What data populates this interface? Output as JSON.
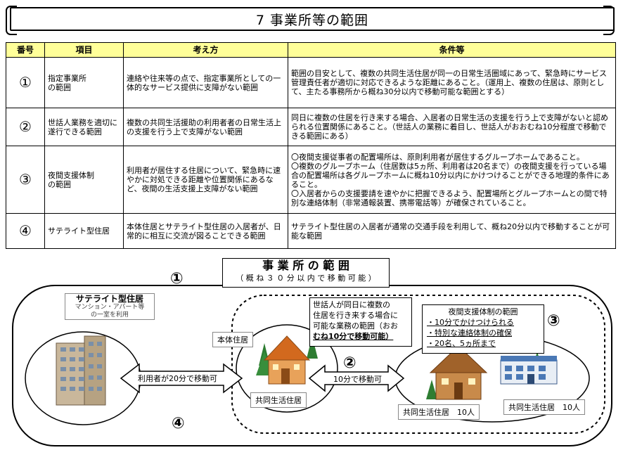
{
  "title": "7 事業所等の範囲",
  "table": {
    "headers": [
      "番号",
      "項目",
      "考え方",
      "条件等"
    ],
    "rows": [
      {
        "num": "①",
        "item": "指定事業所\nの範囲",
        "idea": "連絡や往来等の点で、指定事業所としての一体的なサービス提供に支障がない範囲",
        "cond": [
          "範囲の目安として、複数の共同生活住居が同一の日常生活圏域にあって、緊急時にサービス管理責任者が適切に対応できるような距離にあること。（運用上、複数の住居は、原則として、主たる事務所から概ね30分以内で移動可能な範囲とする）"
        ]
      },
      {
        "num": "②",
        "item": "世話人業務を適切に遂行できる範囲",
        "idea": "複数の共同生活援助の利用者者の日常生活上の支援を行う上で支障がない範囲",
        "cond": [
          "同日に複数の住居を行き来する場合、入居者の日常生活の支援を行う上で支障がないと認められる位置関係にあること。（世話人の業務に着目し、世話人がおおむね10分程度で移動できる範囲にある）"
        ]
      },
      {
        "num": "③",
        "item": "夜間支援体制\nの範囲",
        "idea": "利用者が居住する住居について、緊急時に速やかに対処できる距離や位置関係にあるなど、夜間の生活支援上支障がない範囲",
        "cond": [
          "〇夜間支援従事者の配置場所は、原則利用者が居住するグループホームであること。",
          "〇複数のグループホーム（住居数は5ヵ所、利用者は20名まで）の夜間支援を行っている場合の配置場所は各グループホームに概ね10分以内にかけつけることができる地理的条件にあること。",
          "〇入居者からの支援要請を速やかに把握できるよう、配置場所とグループホームとの間で特別な連絡体制（非常通報装置、携帯電話等）が確保されていること。"
        ]
      },
      {
        "num": "④",
        "item": "サテライト型住居",
        "idea": "本体住居とサテライト型住居の入居者が、日常的に相互に交流が図ることできる範囲",
        "cond": [
          "サテライト型住居の入居者が通常の交通手段を利用して、概ね20分以内で移動することが可能な範囲"
        ]
      }
    ]
  },
  "diagram": {
    "range_title": "事 業 所 の 範 囲",
    "range_sub": "（ 概 ね ３ ０ 分 以 内 で 移 動 可 能 ）",
    "num1": "①",
    "num2": "②",
    "num3": "③",
    "num4": "④",
    "satellite_title": "サテライト型住居",
    "satellite_sub1": "マンション・アパート等",
    "satellite_sub2": "の一室を利用",
    "main_house_label": "本体住居",
    "gh_label": "共同生活住居",
    "arrow_20": "利用者が20分で移動可",
    "arrow_10": "10分で移動可",
    "sewanin_box": [
      "世話人が同日に複数の",
      "住居を行き来する場合に",
      "可能な業務の範囲（おお",
      "むね10分で移動可能）"
    ],
    "night_title": "夜間支援体制の範囲",
    "night_items": [
      "・10分でかけつけられる",
      "・特別な連絡体制の確保",
      "・20名、5ヵ所まで"
    ],
    "gh10_a": "共同生活住居　10人",
    "gh10_b": "共同生活住居　10人"
  }
}
